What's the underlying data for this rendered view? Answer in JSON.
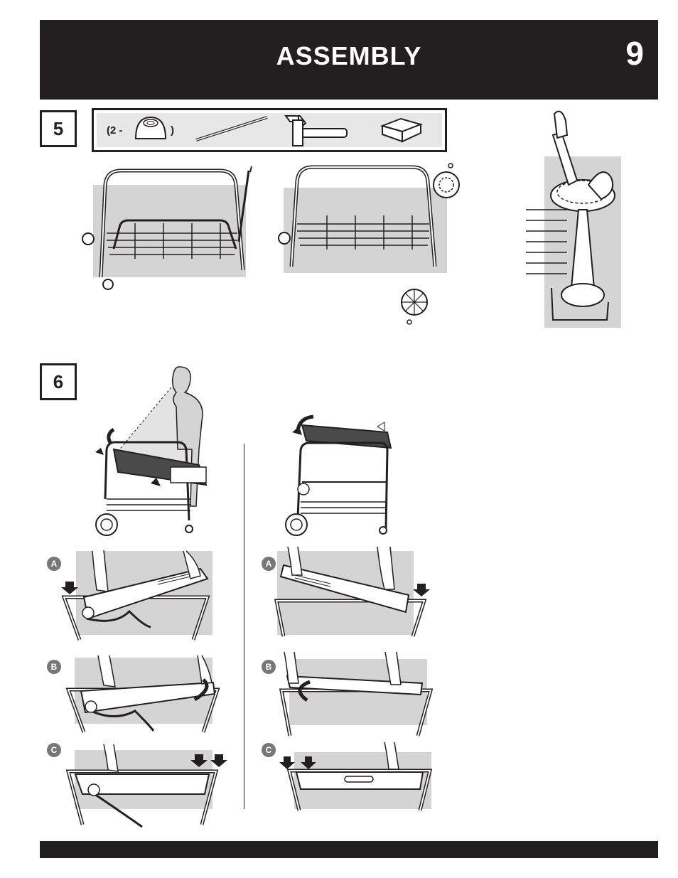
{
  "header": {
    "title": "ASSEMBLY",
    "page_number": "9"
  },
  "steps": [
    {
      "number": "5",
      "parts_quantity_prefix": "(2 -",
      "parts_quantity_suffix": ")"
    },
    {
      "number": "6"
    }
  ],
  "substeps_left": [
    "A",
    "B",
    "C"
  ],
  "substeps_right": [
    "A",
    "B",
    "C"
  ],
  "parts_icons": [
    "wheel-hubcap-icon",
    "axle-rod-icon",
    "hammer-icon",
    "wood-block-icon"
  ]
}
